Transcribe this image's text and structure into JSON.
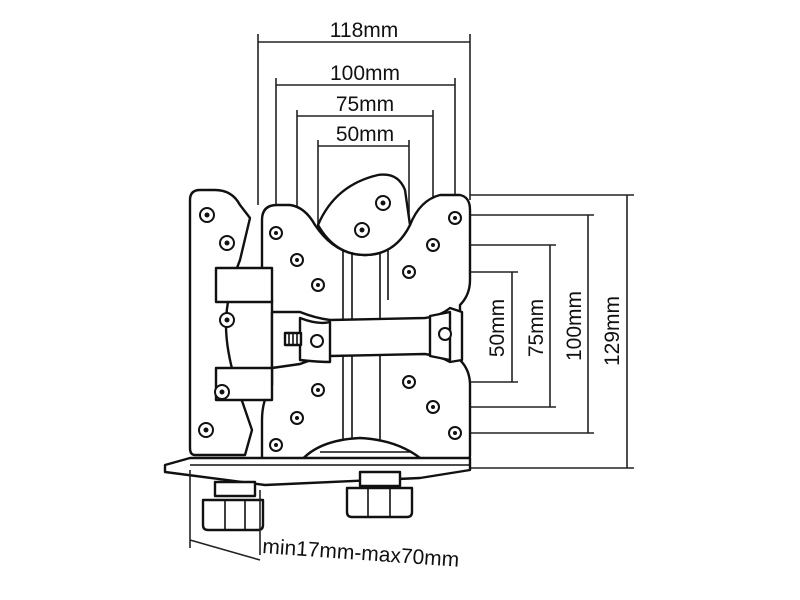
{
  "dimensions": {
    "top_118": "118mm",
    "top_100": "100mm",
    "top_75": "75mm",
    "top_50": "50mm",
    "side_50": "50mm",
    "side_75": "75mm",
    "side_100": "100mm",
    "side_129": "129mm",
    "clamp_range": "min17mm-max70mm"
  },
  "colors": {
    "line": "#111111",
    "background": "#ffffff"
  }
}
